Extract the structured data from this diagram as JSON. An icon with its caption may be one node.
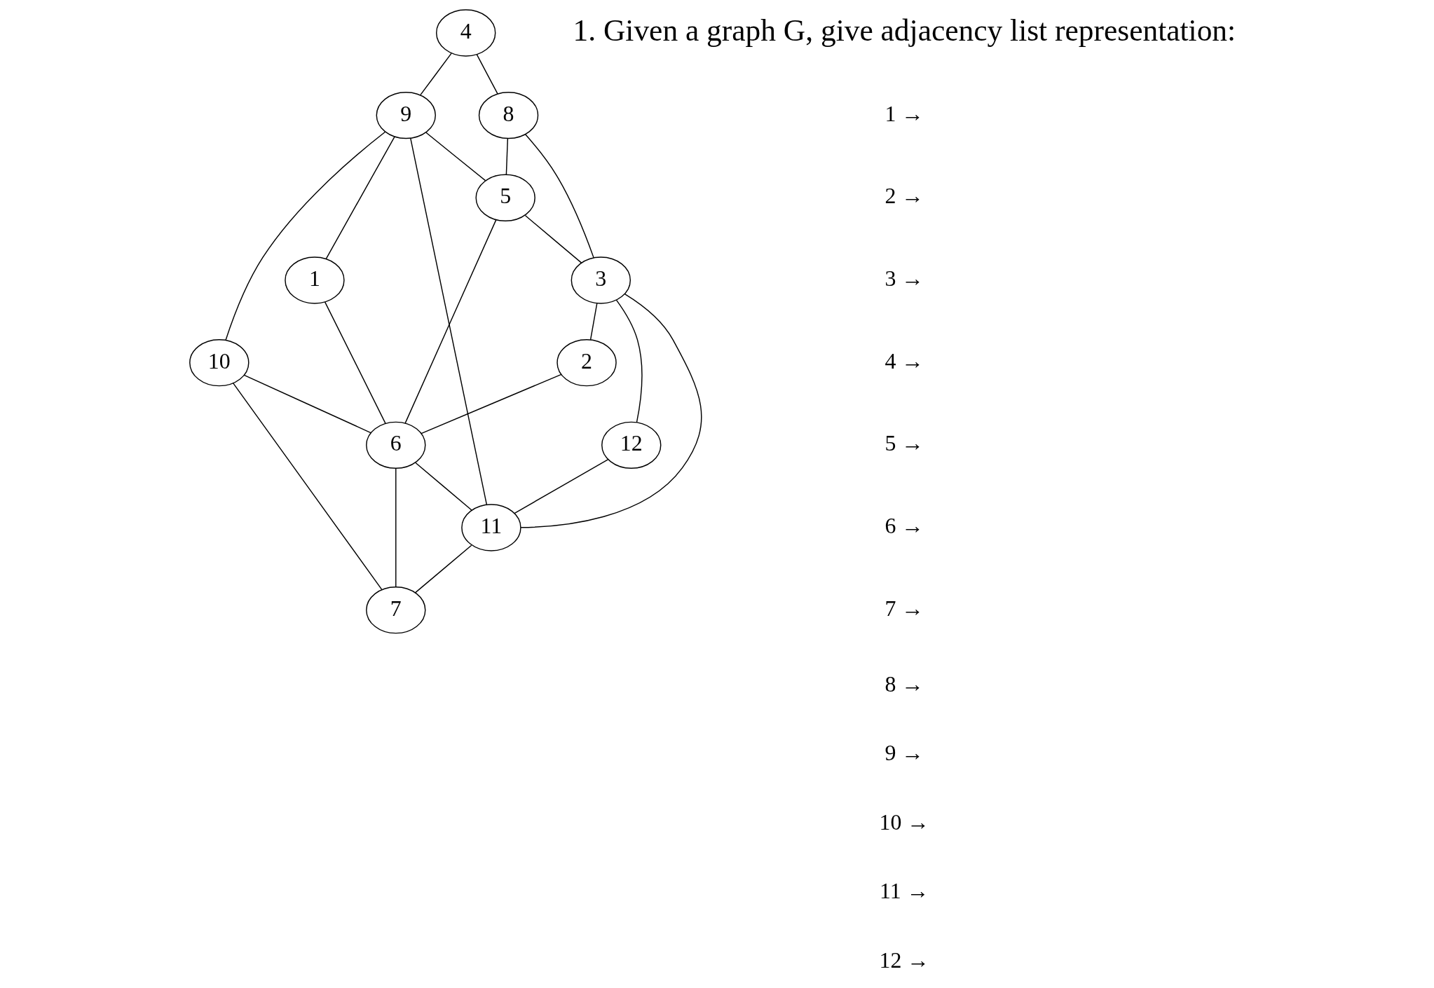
{
  "diagram": {
    "nodes": [
      {
        "text": [
          "4"
        ]
      },
      {
        "text": [
          "8"
        ]
      },
      {
        "text": [
          "9"
        ]
      },
      {
        "text": [
          "5"
        ]
      },
      {
        "text": [
          "3"
        ]
      },
      {
        "text": [
          "1"
        ]
      },
      {
        "text": [
          "2"
        ]
      },
      {
        "text": [
          "12"
        ]
      },
      {
        "text": [
          "10"
        ]
      },
      {
        "text": [
          "6"
        ]
      },
      {
        "text": [
          "11"
        ]
      },
      {
        "text": [
          "7"
        ]
      }
    ],
    "edges": [
      {
        "from": 0,
        "to": 2,
        "arrow": "none"
      },
      {
        "from": 0,
        "to": 1,
        "arrow": "none"
      },
      {
        "from": 1,
        "to": 3,
        "arrow": "none"
      },
      {
        "from": 1,
        "to": 4,
        "arrow": "none"
      },
      {
        "from": 2,
        "to": 3,
        "arrow": "none"
      },
      {
        "from": 3,
        "to": 4,
        "arrow": "none"
      },
      {
        "from": 2,
        "to": 5,
        "arrow": "none"
      },
      {
        "from": 2,
        "to": 8,
        "arrow": "none"
      },
      {
        "from": 2,
        "to": 10,
        "arrow": "none"
      },
      {
        "from": 3,
        "to": 9,
        "arrow": "none"
      },
      {
        "from": 4,
        "to": 6,
        "arrow": "none"
      },
      {
        "from": 4,
        "to": 10,
        "arrow": "none"
      },
      {
        "from": 4,
        "to": 7,
        "arrow": "none"
      },
      {
        "from": 5,
        "to": 9,
        "arrow": "none"
      },
      {
        "from": 6,
        "to": 9,
        "arrow": "none"
      },
      {
        "from": 7,
        "to": 10,
        "arrow": "none"
      },
      {
        "from": 8,
        "to": 9,
        "arrow": "none"
      },
      {
        "from": 9,
        "to": 10,
        "arrow": "none"
      },
      {
        "from": 8,
        "to": 11,
        "arrow": "none"
      },
      {
        "from": 9,
        "to": 11,
        "arrow": "none"
      },
      {
        "from": 10,
        "to": 11,
        "arrow": "none"
      }
    ],
    "labels": [
      "1. Given a graph G, give adjacency list representation:",
      "1 →",
      "2 →",
      "3 →",
      "4 →",
      "5 →",
      "6 →",
      "7 →",
      "8 →",
      "9 →",
      "10 →",
      "11 →",
      "12 →"
    ]
  }
}
